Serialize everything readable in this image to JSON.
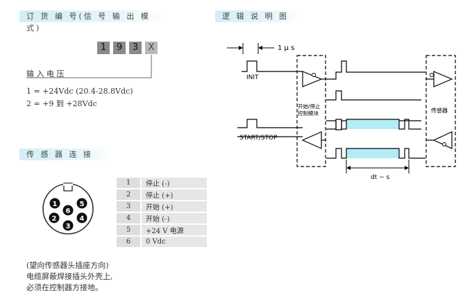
{
  "order_code": {
    "title": "订 货 编 号(信 号 输 出 模 式)",
    "boxes": [
      "1",
      "9",
      "3",
      "X"
    ],
    "voltage_label": "输 入 电 压",
    "options": [
      "1 = +24Vdc (20.4-28.8Vdc)",
      "2 = +9 到 +28Vdc"
    ]
  },
  "connection": {
    "title": "传 感 器 连 接",
    "pins": [
      {
        "num": "1",
        "desc": "停止 (-)"
      },
      {
        "num": "2",
        "desc": "停止 (+)"
      },
      {
        "num": "3",
        "desc": "开始 (+)"
      },
      {
        "num": "4",
        "desc": "开始 (-)"
      },
      {
        "num": "5",
        "desc": "+24 V 电源"
      },
      {
        "num": "6",
        "desc": "0 Vdc"
      }
    ],
    "connector_pins": [
      "1",
      "2",
      "3",
      "4",
      "5",
      "6"
    ],
    "notes": [
      "(望向传感器头插座方向)",
      "电缆屏蔽焊接插头外壳上,",
      "必须在控制器方接地。"
    ]
  },
  "logic": {
    "title": "逻 辑 说 明 图",
    "pulse_width": "1 μ s",
    "init_label": "INIT",
    "start_stop_label": "START/STOP",
    "controller_label": [
      "开始/停止",
      "控制模块"
    ],
    "sensor_label": "传感器",
    "dt_label": "dt ~ s",
    "highlight_color": "#b3ecf5"
  }
}
